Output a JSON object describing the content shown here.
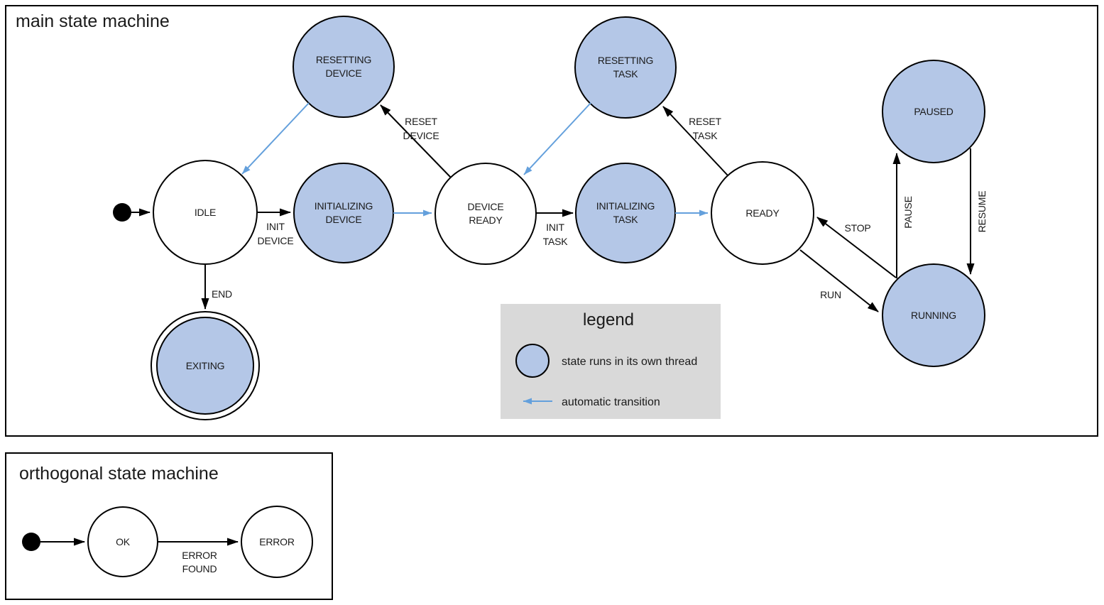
{
  "colors": {
    "threaded_state_fill": "#b4c7e7",
    "automatic_transition_blue": "#64a0dc",
    "legend_background": "#d9d9d9",
    "line_black": "#000000"
  },
  "main_machine": {
    "title": "main state machine",
    "states": {
      "idle": {
        "lines": [
          "IDLE"
        ]
      },
      "resetting_device": {
        "lines": [
          "RESETTING",
          "DEVICE"
        ]
      },
      "initializing_device": {
        "lines": [
          "INITIALIZING",
          "DEVICE"
        ]
      },
      "device_ready": {
        "lines": [
          "DEVICE",
          "READY"
        ]
      },
      "resetting_task": {
        "lines": [
          "RESETTING",
          "TASK"
        ]
      },
      "initializing_task": {
        "lines": [
          "INITIALIZING",
          "TASK"
        ]
      },
      "ready": {
        "lines": [
          "READY"
        ]
      },
      "paused": {
        "lines": [
          "PAUSED"
        ]
      },
      "running": {
        "lines": [
          "RUNNING"
        ]
      },
      "exiting": {
        "lines": [
          "EXITING"
        ]
      }
    },
    "transitions": {
      "init_device": {
        "lines": [
          "INIT",
          "DEVICE"
        ]
      },
      "reset_device": {
        "lines": [
          "RESET",
          "DEVICE"
        ]
      },
      "init_task": {
        "lines": [
          "INIT",
          "TASK"
        ]
      },
      "reset_task": {
        "lines": [
          "RESET",
          "TASK"
        ]
      },
      "end": {
        "lines": [
          "END"
        ]
      },
      "stop": {
        "lines": [
          "STOP"
        ]
      },
      "run": {
        "lines": [
          "RUN"
        ]
      },
      "pause": {
        "lines": [
          "PAUSE"
        ]
      },
      "resume": {
        "lines": [
          "RESUME"
        ]
      }
    }
  },
  "legend": {
    "title": "legend",
    "thread_item_label": "state runs in its own thread",
    "auto_item_label": "automatic transition"
  },
  "orthogonal_machine": {
    "title": "orthogonal state machine",
    "states": {
      "ok": {
        "lines": [
          "OK"
        ]
      },
      "error": {
        "lines": [
          "ERROR"
        ]
      }
    },
    "transitions": {
      "error_found": {
        "lines": [
          "ERROR",
          "FOUND"
        ]
      }
    }
  }
}
